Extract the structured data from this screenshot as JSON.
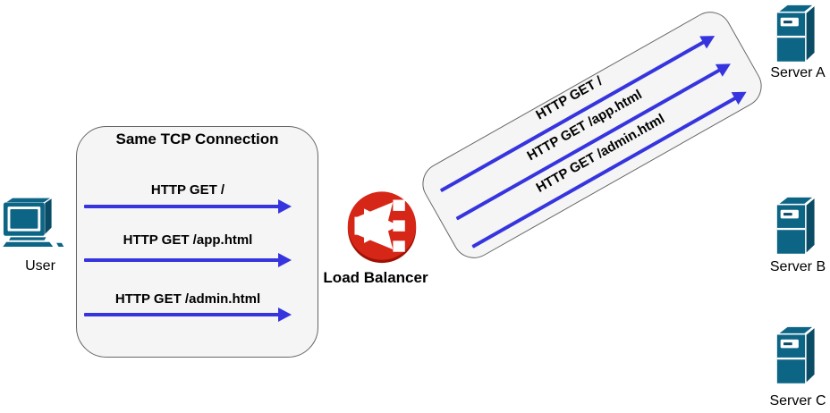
{
  "diagram": {
    "background_color": "#FFFFFF",
    "colors": {
      "arrow_blue": "#3634DE",
      "box_fill": "#F5F5F5",
      "box_border": "#666666",
      "node_teal": "#0D6586",
      "node_teal_dark": "#0A4C66",
      "load_balancer_red": "#D62617",
      "load_balancer_red_dark": "#9E1205",
      "text": "#000000"
    },
    "user": {
      "label": "User",
      "icon": "desktop-computer-icon"
    },
    "tcp_box": {
      "title": "Same TCP Connection",
      "requests": [
        "HTTP GET /",
        "HTTP GET /app.html",
        "HTTP GET /admin.html"
      ]
    },
    "load_balancer": {
      "label": "Load Balancer",
      "icon": "load-balancer-icon"
    },
    "grouped_requests": {
      "requests": [
        "HTTP GET /",
        "HTTP GET /app.html",
        "HTTP GET /admin.html"
      ]
    },
    "servers": [
      {
        "label": "Server A",
        "icon": "server-tower-icon"
      },
      {
        "label": "Server B",
        "icon": "server-tower-icon"
      },
      {
        "label": "Server C",
        "icon": "server-tower-icon"
      }
    ]
  }
}
